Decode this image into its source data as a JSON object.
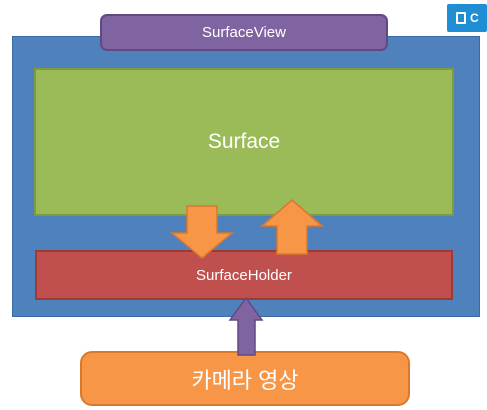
{
  "diagram": {
    "surfaceview_label": "SurfaceView",
    "surface_label": "Surface",
    "surfaceholder_label": "SurfaceHolder",
    "camera_label": "카메라 영상"
  },
  "corner_button": {
    "label": "C",
    "icon": "copy-icon"
  },
  "colors": {
    "surfaceview": "#4f81bd",
    "surfaceview_tab": "#8064a2",
    "surface": "#9bbb59",
    "surfaceholder": "#c0504d",
    "camera": "#f79646",
    "arrow_orange": "#f79646",
    "arrow_purple": "#8064a2"
  }
}
